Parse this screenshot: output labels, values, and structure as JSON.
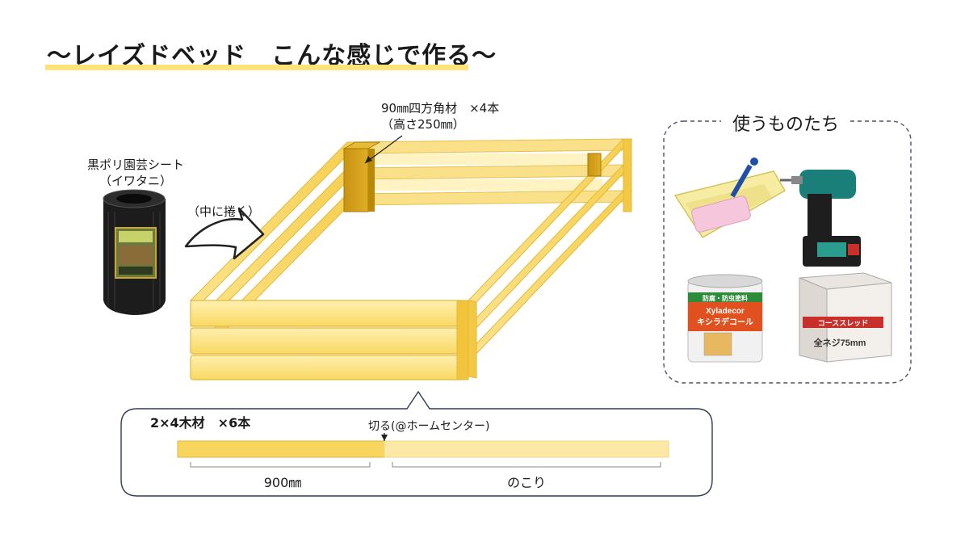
{
  "title": "～レイズドベッド　こんな感じで作る～",
  "post_label": {
    "line1": "90㎜四方角材　×4本",
    "line2": "（高さ250㎜）"
  },
  "sheet_label": {
    "line1": "黒ポリ園芸シート",
    "line2": "（イワタニ）"
  },
  "wrap_label": "（中に捲く）",
  "tools": {
    "title": "使うものたち",
    "paint_can_labels": {
      "brand": "Xyladecor",
      "name": "キシラデコール",
      "tag": "防腐・防虫塗料"
    },
    "screw_box_labels": {
      "name": "コーススレッド",
      "size": "全ネジ75mm"
    }
  },
  "lumber": {
    "label": "2×4木材　×6本",
    "cut_label": "切る(@ホームセンター)",
    "cut_length": "900㎜",
    "remainder": "のこり"
  },
  "colors": {
    "accent_underline": "#ffe27a",
    "wood_light": "#fde58f",
    "wood_mid": "#f8d55e",
    "wood_edge": "#e7bd3a",
    "post": "#d4a017",
    "post_dark": "#b88908",
    "dashed_border": "#4a5566",
    "callout_border": "#2f3c52"
  }
}
